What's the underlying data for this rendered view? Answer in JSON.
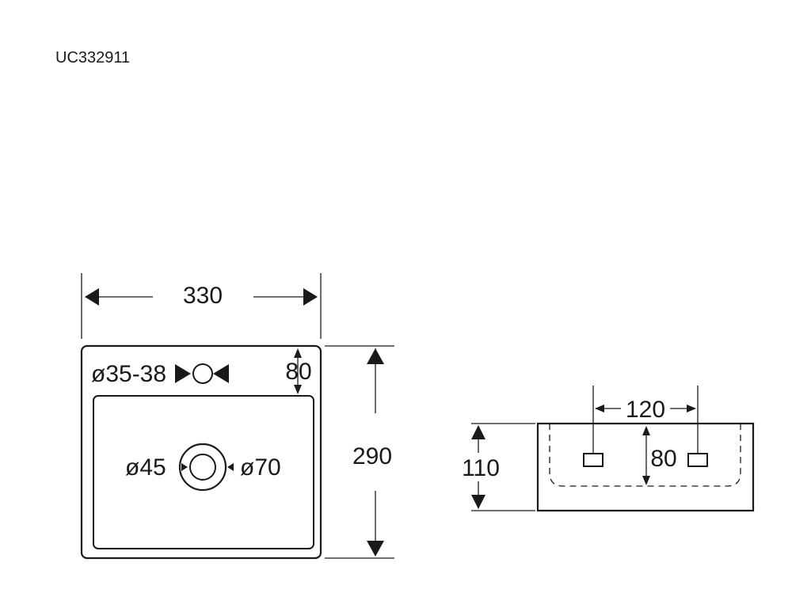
{
  "product_code": "UC332911",
  "top_view": {
    "overall_width": "330",
    "overall_depth": "290",
    "tap_hole_diameter": "ø35-38",
    "tap_hole_offset": "80",
    "drain_inner_diameter": "ø45",
    "drain_outer_diameter": "ø70"
  },
  "side_view": {
    "height": "110",
    "fixing_spacing": "120",
    "fixing_height": "80"
  },
  "colors": {
    "line": "#1a1a1a",
    "background": "#ffffff"
  }
}
